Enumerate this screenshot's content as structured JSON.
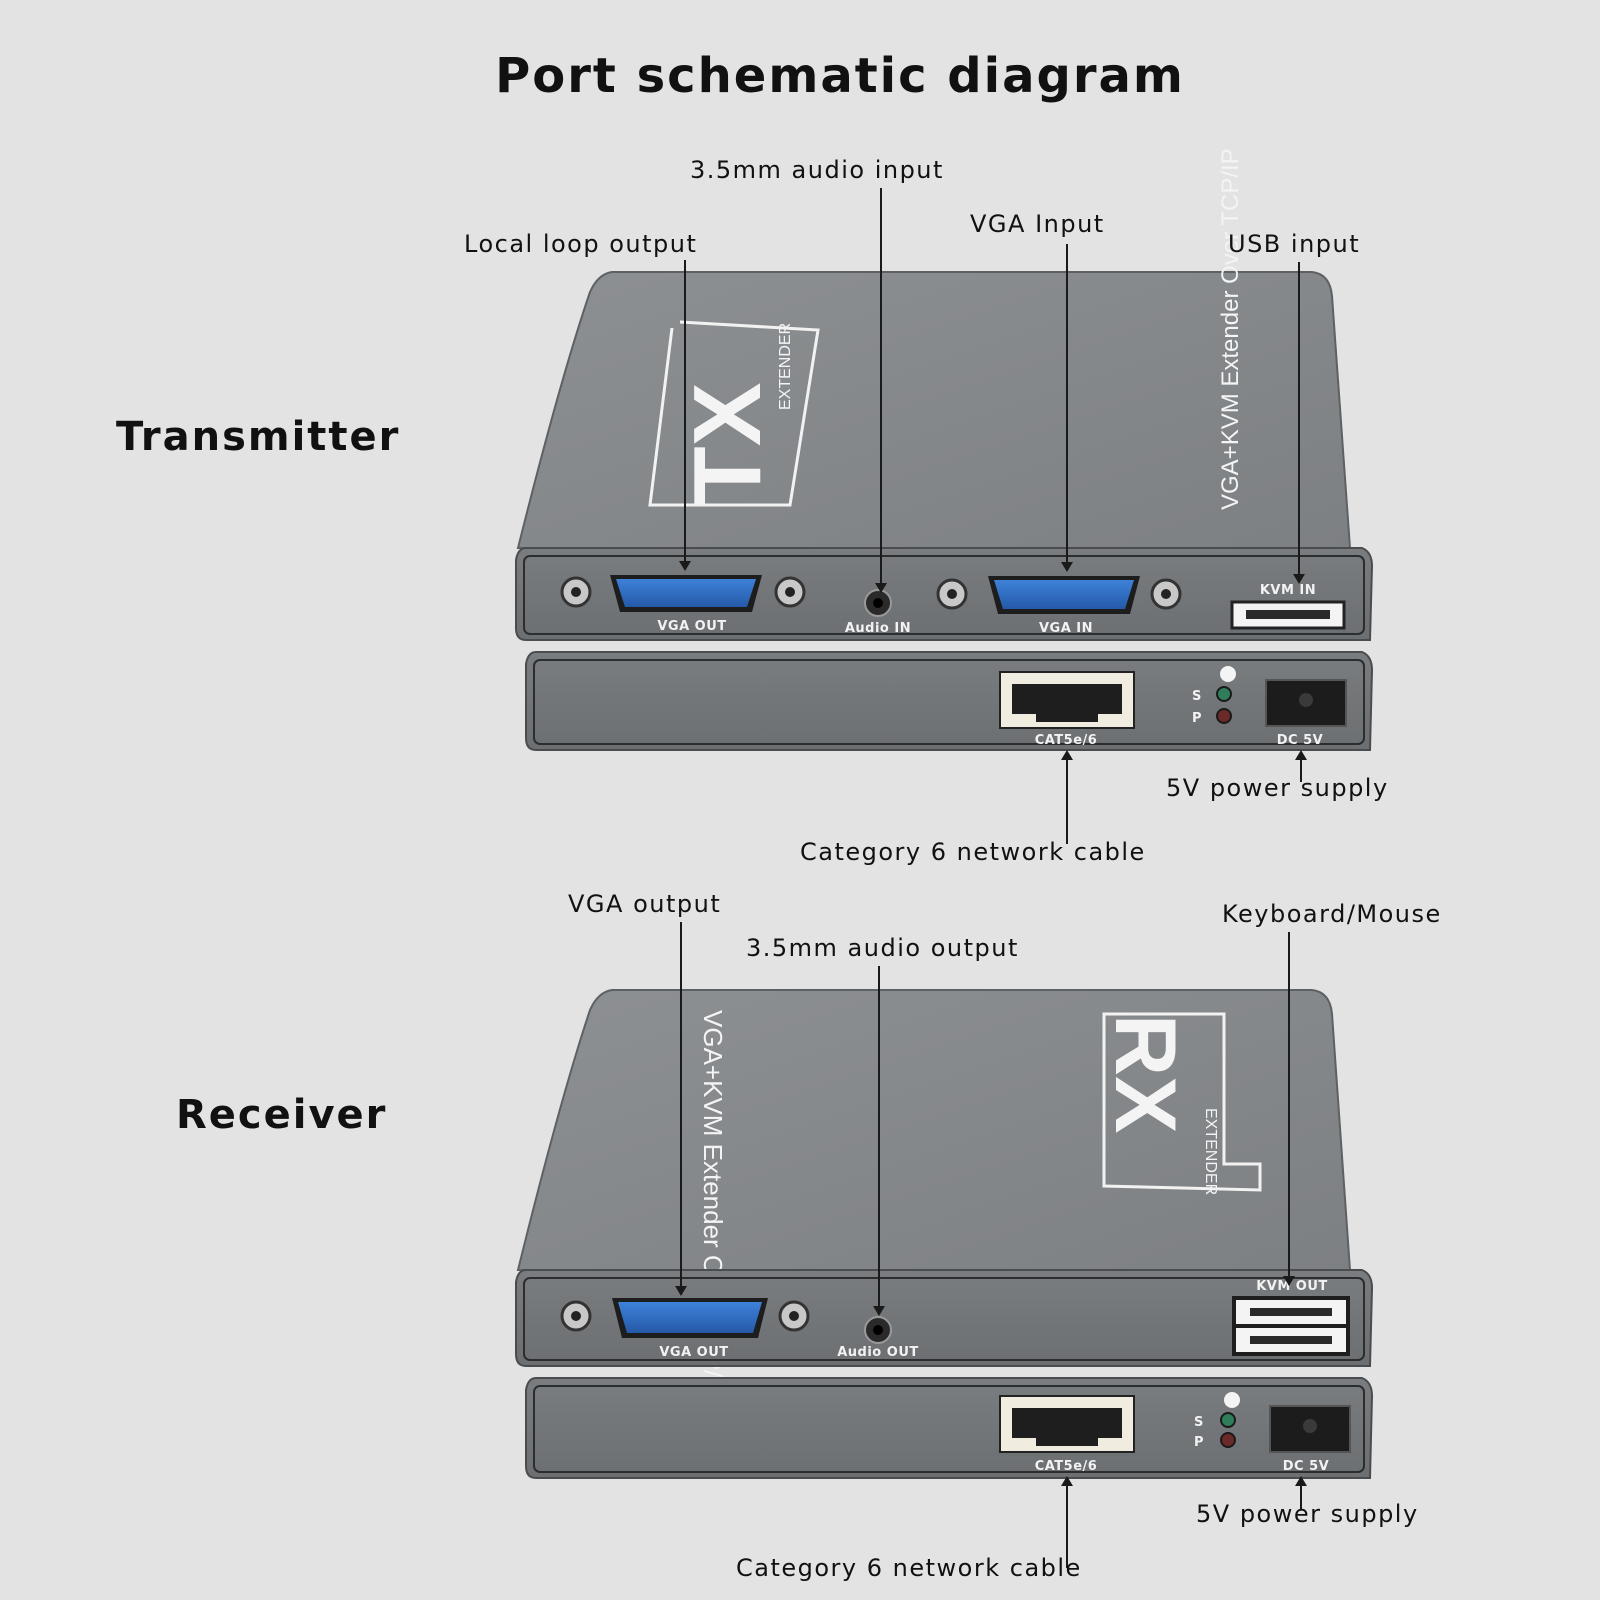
{
  "title": "Port schematic diagram",
  "transmitter": {
    "label": "Transmitter",
    "callouts": {
      "audio_input": "3.5mm audio input",
      "vga_input": "VGA Input",
      "loop_output": "Local loop output",
      "usb_input": "USB input",
      "power": "5V power supply",
      "network": "Category 6 network cable"
    },
    "device": {
      "logo": "TX",
      "logo_sub": "EXTENDER",
      "model": "VGA+KVM Extender Over TCP/IP",
      "ports": {
        "vga_out": "VGA OUT",
        "audio_in": "Audio IN",
        "vga_in": "VGA IN",
        "kvm_in": "KVM IN",
        "lan": "CAT5e/6",
        "led_s": "S",
        "led_p": "P",
        "dc": "DC 5V"
      }
    }
  },
  "receiver": {
    "label": "Receiver",
    "callouts": {
      "vga_output": "VGA output",
      "audio_output": "3.5mm audio output",
      "keyboard_mouse": "Keyboard/Mouse",
      "power": "5V power supply",
      "network": "Category 6 network cable"
    },
    "device": {
      "logo": "RX",
      "logo_sub": "EXTENDER",
      "model": "VGA+KVM Extender Over TCP/IP",
      "ports": {
        "vga_out": "VGA OUT",
        "audio_out": "Audio OUT",
        "kvm_out": "KVM OUT",
        "lan": "CAT5e/6",
        "led_s": "S",
        "led_p": "P",
        "dc": "DC 5V"
      }
    }
  },
  "colors": {
    "background": "#e3e3e3",
    "device_body": "#8a8d90",
    "vga_connector": "#2f6fc6",
    "led_green": "#2f7d5a",
    "led_red": "#6b2a2a"
  }
}
